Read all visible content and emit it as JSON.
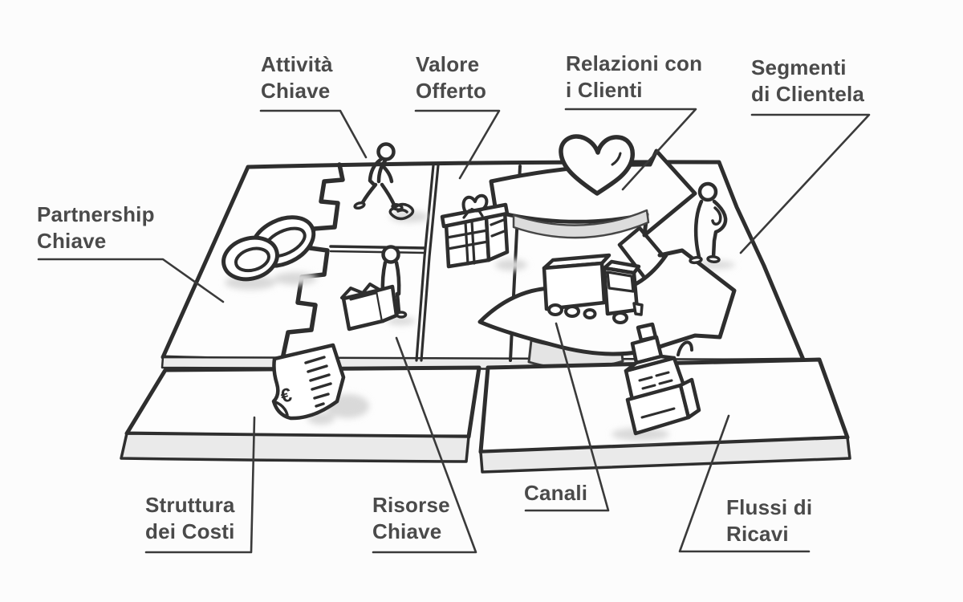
{
  "page": {
    "title": "Business Model Canvas - sketch (Italian)",
    "background": "#fcfcfc"
  },
  "colors": {
    "ink": "#2e2e2e",
    "label_text": "#4a4a4a",
    "leader_line": "#3a3a3a",
    "board_surface": "#fdfdfd",
    "board_side": "#eaeaea",
    "shadow": "#d9d9d9"
  },
  "labels": {
    "partnership": "Partnership\nChiave",
    "attivita": "Attività\nChiave",
    "valore": "Valore\nOfferto",
    "relazioni": "Relazioni con\ni Clienti",
    "segmenti": "Segmenti\ndi Clientela",
    "struttura": "Struttura\ndei Costi",
    "risorse": "Risorse\nChiave",
    "canali": "Canali",
    "flussi": "Flussi di\nRicavi"
  },
  "icons": {
    "partnership": "interlocked-rings-icon",
    "attivita": "running-person-icon",
    "risorse": "person-with-box-icon",
    "valore": "gift-box-icon",
    "relazioni": "heart-icon and cycle-arrows-icon",
    "canali": "delivery-truck-icon",
    "segmenti": "standing-person-icon",
    "struttura": "euro-receipt-icon",
    "flussi": "cash-register-icon"
  }
}
